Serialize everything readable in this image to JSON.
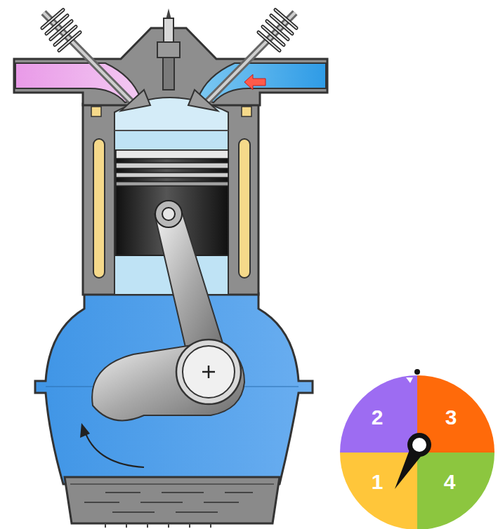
{
  "diagram": {
    "nodes": [
      {
        "text": [
          "2"
        ]
      },
      {
        "text": [
          "3"
        ]
      },
      {
        "text": [
          "1"
        ]
      },
      {
        "text": [
          "4"
        ]
      }
    ]
  }
}
